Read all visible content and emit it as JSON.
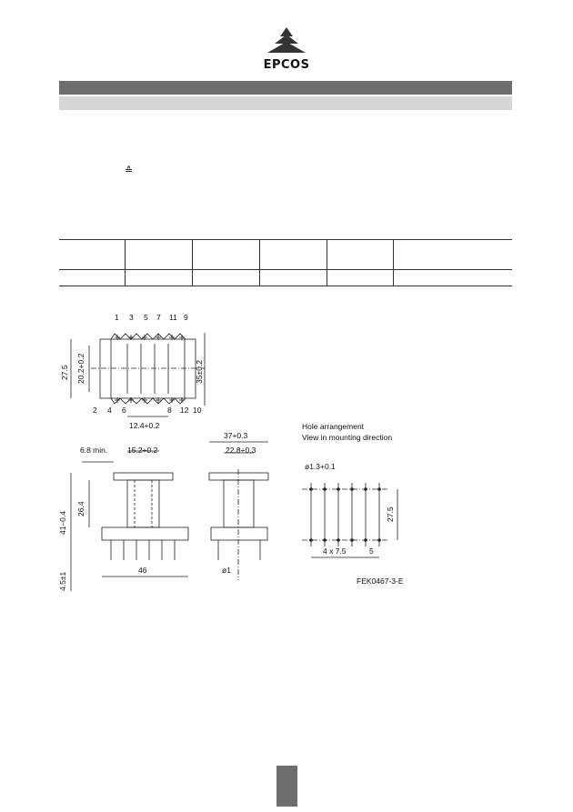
{
  "header": {
    "brand": "EPCOS"
  },
  "body": {
    "symbol": "≙"
  },
  "drawing": {
    "pin_labels_top": [
      "1",
      "3",
      "5",
      "7",
      "11",
      "9"
    ],
    "pin_labels_bottom": [
      "2",
      "4",
      "6",
      "8",
      "12",
      "10"
    ],
    "dims": {
      "height_outer": "27.5",
      "height_inner": "20.2+0.2",
      "height_right": "35±0.2",
      "pitch_bottom": "12.4+0.2",
      "min_left": "6.8 min.",
      "core_width": "15.2+0.2",
      "total_height": "41–0.4",
      "inner_height": "26.4",
      "pin_length": "4.5±1",
      "base_width": "46",
      "side_top": "37+0.3",
      "side_inner": "22.8+0.3",
      "pin_dia": "ø1",
      "hole_dia": "ø1.3+0.1",
      "hole_height": "27.5",
      "hole_pitch": "4 x 7.5",
      "hole_end": "5"
    },
    "hole_title_1": "Hole arrangement",
    "hole_title_2": "View in mounting direction",
    "drawing_id": "FEK0467-3-E"
  }
}
